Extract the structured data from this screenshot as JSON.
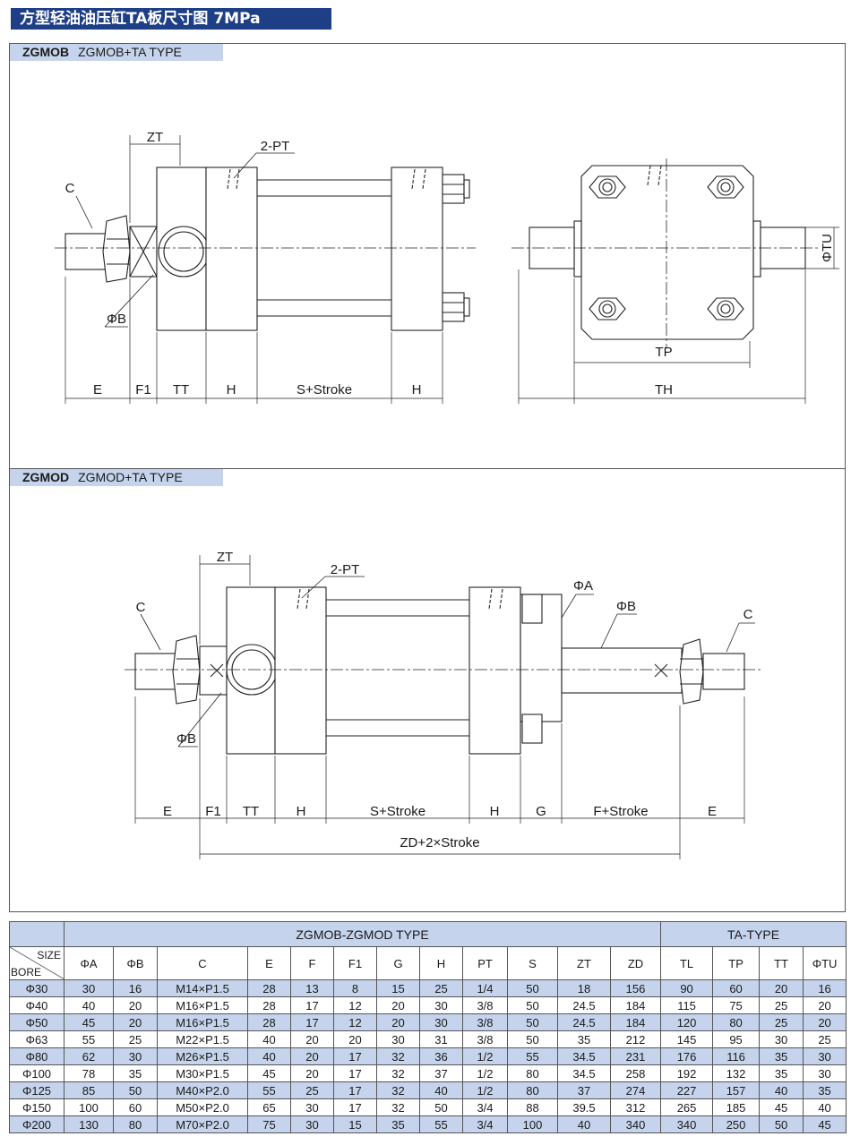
{
  "title": "方型轻油油压缸TA板尺寸图 7MPa",
  "panels": {
    "top": {
      "code": "ZGMOB",
      "type": "ZGMOB+TA TYPE"
    },
    "bottom": {
      "code": "ZGMOD",
      "type": "ZGMOD+TA TYPE"
    }
  },
  "drawing_labels": {
    "zt": "ZT",
    "pt": "2-PT",
    "c": "C",
    "phi_b": "ΦB",
    "phi_a": "ΦA",
    "phi_tu": "ΦTU",
    "e": "E",
    "f1": "F1",
    "tt": "TT",
    "h": "H",
    "s_stroke": "S+Stroke",
    "tp": "TP",
    "th": "TH",
    "g": "G",
    "f_stroke": "F+Stroke",
    "zd": "ZD+2×Stroke"
  },
  "table": {
    "group_main": "ZGMOB-ZGMOD TYPE",
    "group_ta": "TA-TYPE",
    "corner_size": "SIZE",
    "corner_bore": "BORE",
    "columns": [
      "ΦA",
      "ΦB",
      "C",
      "E",
      "F",
      "F1",
      "G",
      "H",
      "PT",
      "S",
      "ZT",
      "ZD",
      "TL",
      "TP",
      "TT",
      "ΦTU"
    ],
    "rows": [
      [
        "Φ30",
        "30",
        "16",
        "M14×P1.5",
        "28",
        "13",
        "8",
        "15",
        "25",
        "1/4",
        "50",
        "18",
        "156",
        "90",
        "60",
        "20",
        "16"
      ],
      [
        "Φ40",
        "40",
        "20",
        "M16×P1.5",
        "28",
        "17",
        "12",
        "20",
        "30",
        "3/8",
        "50",
        "24.5",
        "184",
        "115",
        "75",
        "25",
        "20"
      ],
      [
        "Φ50",
        "45",
        "20",
        "M16×P1.5",
        "28",
        "17",
        "12",
        "20",
        "30",
        "3/8",
        "50",
        "24.5",
        "184",
        "120",
        "80",
        "25",
        "20"
      ],
      [
        "Φ63",
        "55",
        "25",
        "M22×P1.5",
        "40",
        "20",
        "20",
        "30",
        "31",
        "3/8",
        "50",
        "35",
        "212",
        "145",
        "95",
        "30",
        "25"
      ],
      [
        "Φ80",
        "62",
        "30",
        "M26×P1.5",
        "40",
        "20",
        "17",
        "32",
        "36",
        "1/2",
        "55",
        "34.5",
        "231",
        "176",
        "116",
        "35",
        "30"
      ],
      [
        "Φ100",
        "78",
        "35",
        "M30×P1.5",
        "45",
        "20",
        "17",
        "32",
        "37",
        "1/2",
        "80",
        "34.5",
        "258",
        "192",
        "132",
        "35",
        "30"
      ],
      [
        "Φ125",
        "85",
        "50",
        "M40×P2.0",
        "55",
        "25",
        "17",
        "32",
        "40",
        "1/2",
        "80",
        "37",
        "274",
        "227",
        "157",
        "40",
        "35"
      ],
      [
        "Φ150",
        "100",
        "60",
        "M50×P2.0",
        "65",
        "30",
        "17",
        "32",
        "50",
        "3/4",
        "88",
        "39.5",
        "312",
        "265",
        "185",
        "45",
        "40"
      ],
      [
        "Φ200",
        "130",
        "80",
        "M70×P2.0",
        "75",
        "30",
        "15",
        "35",
        "55",
        "3/4",
        "100",
        "40",
        "340",
        "340",
        "250",
        "50",
        "45"
      ]
    ]
  }
}
